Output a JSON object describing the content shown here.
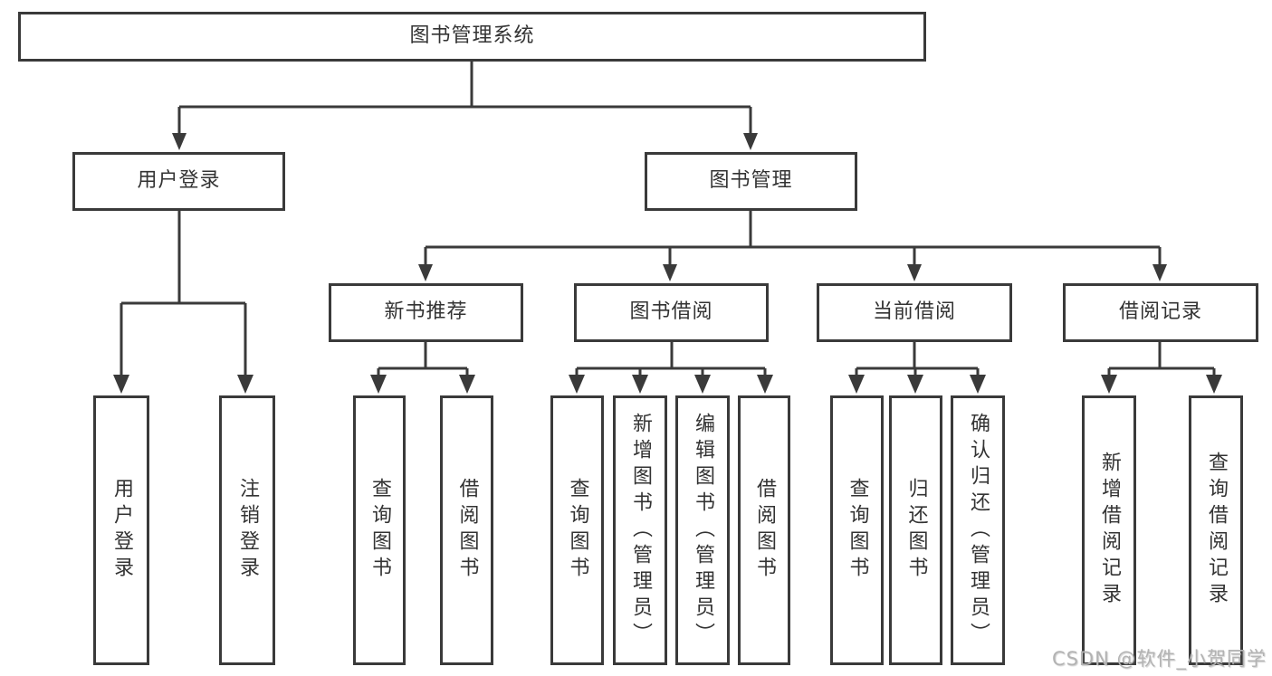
{
  "watermark": "CSDN @软件_小贺同学",
  "colors": {
    "line": "#3a3a3a",
    "text": "#333333",
    "background": "#ffffff",
    "watermark": "#b3b3b3"
  },
  "tree": {
    "root": {
      "label": "图书管理系统"
    },
    "children": [
      {
        "label": "用户登录",
        "children": [
          {
            "label": "用户登录"
          },
          {
            "label": "注销登录"
          }
        ]
      },
      {
        "label": "图书管理",
        "children": [
          {
            "label": "新书推荐",
            "children": [
              {
                "label": "查询图书"
              },
              {
                "label": "借阅图书"
              }
            ]
          },
          {
            "label": "图书借阅",
            "children": [
              {
                "label": "查询图书"
              },
              {
                "label": "新增图书（管理员）"
              },
              {
                "label": "编辑图书（管理员）"
              },
              {
                "label": "借阅图书"
              }
            ]
          },
          {
            "label": "当前借阅",
            "children": [
              {
                "label": "查询图书"
              },
              {
                "label": "归还图书"
              },
              {
                "label": "确认归还（管理员）"
              }
            ]
          },
          {
            "label": "借阅记录",
            "children": [
              {
                "label": "新增借阅记录"
              },
              {
                "label": "查询借阅记录"
              }
            ]
          }
        ]
      }
    ]
  }
}
